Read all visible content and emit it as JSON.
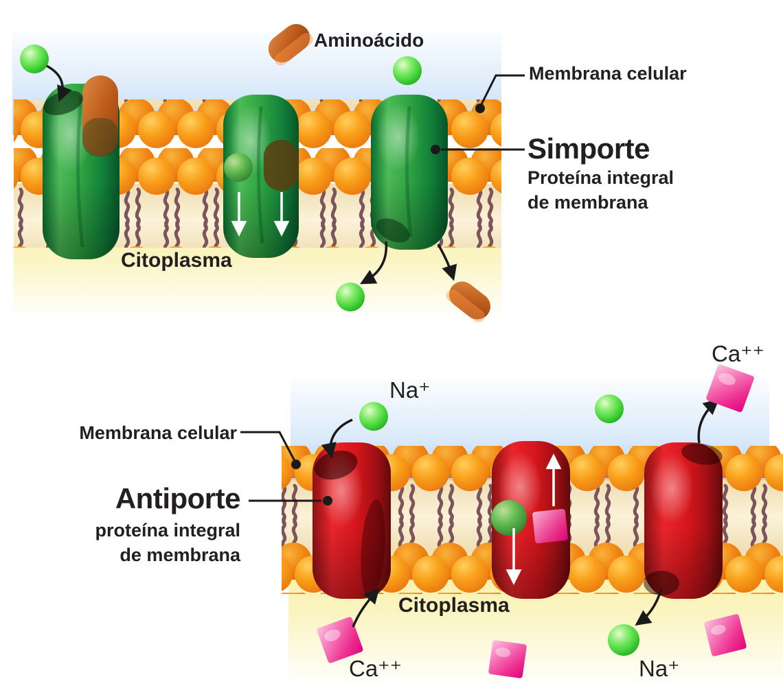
{
  "diagrams": {
    "simporte": {
      "aminoacid_label": "Aminoácido",
      "membrane_label": "Membrana celular",
      "protein_name": "Simporte",
      "protein_desc_line1": "Proteína integral",
      "protein_desc_line2": "de membrana",
      "cytoplasm_label": "Citoplasma"
    },
    "antiporte": {
      "sodium_label_top": "Na⁺",
      "calcium_label_top": "Ca⁺⁺",
      "membrane_label": "Membrana celular",
      "protein_name": "Antiporte",
      "protein_desc_line1": "proteína integral",
      "protein_desc_line2": "de membrana",
      "cytoplasm_label": "Citoplasma",
      "calcium_label_bottom": "Ca⁺⁺",
      "sodium_label_bottom": "Na⁺"
    }
  },
  "colors": {
    "symport_protein_green": "#2FA441",
    "antiport_protein_red": "#D5161C",
    "lipid_head_orange": "#F68C1E",
    "sodium_ion_green": "#41D238",
    "calcium_ion_pink": "#EE2E90",
    "aminoacid_brown": "#C2601F",
    "cytoplasm_label_orange": "#F6921E",
    "label_text": "#231F20",
    "extracellular_blue": "#BAD7F3",
    "cytoplasm_yellow": "#F9EFA2"
  }
}
